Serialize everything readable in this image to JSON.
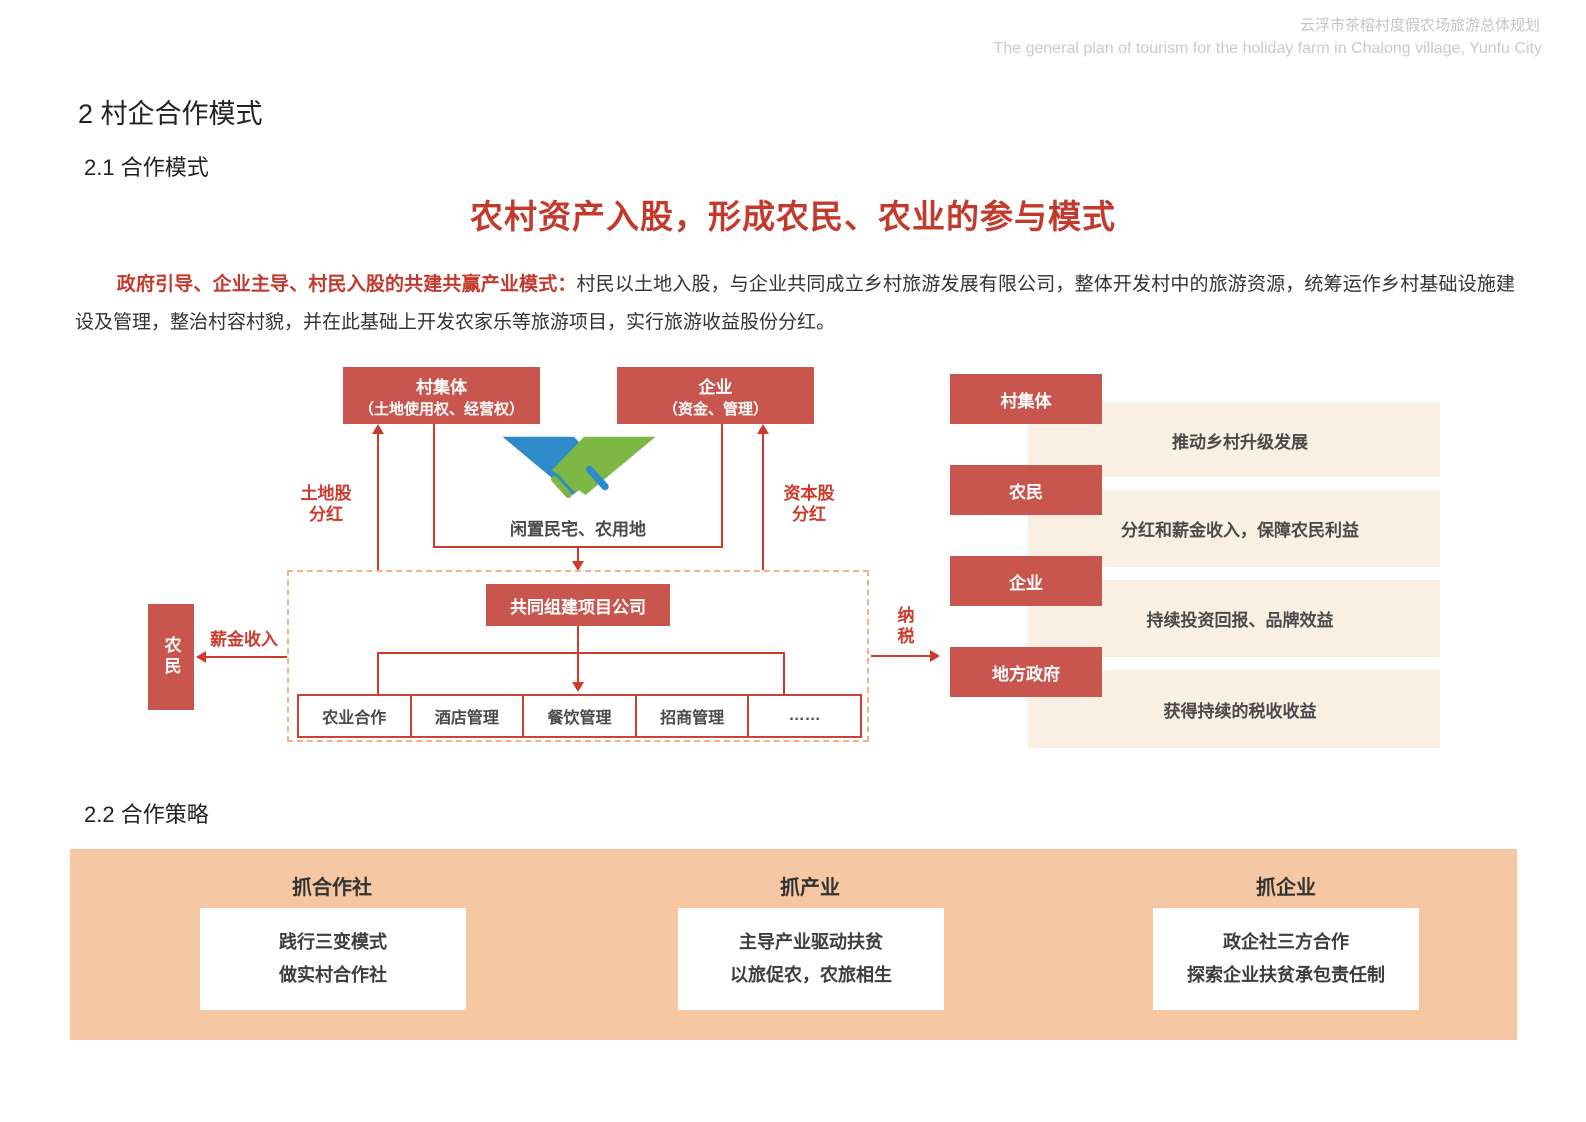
{
  "header": {
    "title_zh": "云浮市茶榕村度假农场旅游总体规划",
    "title_en": "The general plan of tourism for the holiday farm in Chalong village, Yunfu City"
  },
  "sections": {
    "s2": "2 村企合作模式",
    "s21": "2.1 合作模式",
    "s22": "2.2 合作策略"
  },
  "headline": "农村资产入股，形成农民、农业的参与模式",
  "paragraph": {
    "lead": "政府引导、企业主导、村民入股的共建共赢产业模式：",
    "body": "村民以土地入股，与企业共同成立乡村旅游发展有限公司，整体开发村中的旅游资源，统筹运作乡村基础设施建设及管理，整治村容村貌，并在此基础上开发农家乐等旅游项目，实行旅游收益股份分红。"
  },
  "diagram": {
    "village_box": {
      "line1": "村集体",
      "line2": "（土地使用权、经营权）"
    },
    "enterprise_box": {
      "line1": "企业",
      "line2": "（资金、管理）"
    },
    "handshake_icon": "handshake-icon",
    "idle_assets": "闲置民宅、农用地",
    "labels": {
      "land_dividend": [
        "土地股",
        "分红"
      ],
      "capital_dividend": [
        "资本股",
        "分红"
      ],
      "salary": "薪金收入",
      "tax": [
        "纳",
        "税"
      ]
    },
    "farmer": "农民",
    "company": "共同组建项目公司",
    "departments": [
      "农业合作",
      "酒店管理",
      "餐饮管理",
      "招商管理",
      "……"
    ]
  },
  "benefits": [
    {
      "role": "村集体",
      "benefit": "推动乡村升级发展"
    },
    {
      "role": "农民",
      "benefit": "分红和薪金收入，保障农民利益"
    },
    {
      "role": "企业",
      "benefit": "持续投资回报、品牌效益"
    },
    {
      "role": "地方政府",
      "benefit": "获得持续的税收收益"
    }
  ],
  "strategies": [
    {
      "title": "抓合作社",
      "line1": "践行三变模式",
      "line2": "做实村合作社"
    },
    {
      "title": "抓产业",
      "line1": "主导产业驱动扶贫",
      "line2": "以旅促农，农旅相生"
    },
    {
      "title": "抓企业",
      "line1": "政企社三方合作",
      "line2": "探索企业扶贫承包责任制"
    }
  ],
  "colors": {
    "red_box": "#C8564E",
    "accent_red": "#CE3A2C",
    "title_red": "#C23A2C",
    "peach_band": "#F5C7A3",
    "cream_band": "#FAEFE3",
    "dashed_border": "#F0B288",
    "handshake_blue": "#2F8AC9",
    "handshake_green": "#7CB843"
  }
}
